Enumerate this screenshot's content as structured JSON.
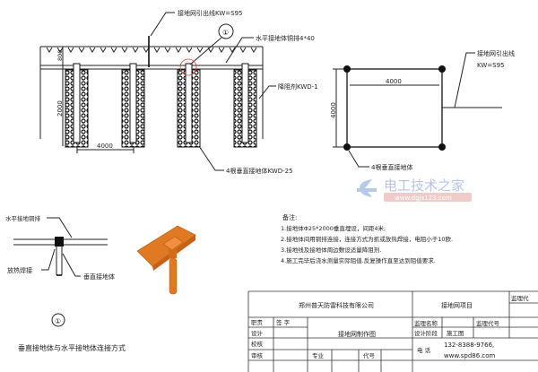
{
  "section": {
    "lead_label": "接地网引出线KW=S95",
    "marker": "①",
    "horizontal_label": "水平接地体铜排4*40",
    "reducer_label": "降阻剂KWD-1",
    "depth_top": "800",
    "depth_rod": "2000",
    "spacing": "4000",
    "rods_label": "4根垂直接地体KWD-25"
  },
  "plan": {
    "width_dim": "4000",
    "height_dim": "4000",
    "lead_label_1": "接地网引出线",
    "lead_label_2": "KW=S95",
    "rods_label": "4根垂直接地体"
  },
  "watermark": {
    "name": "电工技术之家",
    "url": "www.dgjs123.com",
    "color": "#d9534f"
  },
  "detail": {
    "horizontal_label": "水平接地铜排",
    "weld_label": "放热焊接",
    "rod_label": "垂直接地体",
    "marker": "①",
    "caption": "垂直接地体与水平接地体连接方式",
    "copper_color": "#e07a22"
  },
  "notes": {
    "title": "备注:",
    "items": [
      "1.接地体Φ25*2000垂直埋设，间距4米;",
      "2.接地体间用铜排连接，连接方式为抓或放热焊接，电阻小于10欧.",
      "3.接地线及接地体周边敷设适量降阻剂.",
      "4.施工完毕后浇水测量实际阻值.反复操作直至达到阻值要求."
    ]
  },
  "title_block": {
    "company": "郑州普天防雷科技有限公司",
    "project": "接地网项目",
    "project_code_short": "监理代",
    "role": "职责",
    "sign": "签    字",
    "design": "设计",
    "check": "校核",
    "review": "审核",
    "drawing_name": "接地网制作图",
    "specialty": "专业",
    "code": "代号",
    "project_name_label": "监理名称",
    "project_code_label": "监理代号",
    "design_stage_label": "设计阶段",
    "design_stage": "施工图",
    "phone_label": "电  话",
    "phone": "132-8388-9766,",
    "website": "www.spd86.com"
  }
}
